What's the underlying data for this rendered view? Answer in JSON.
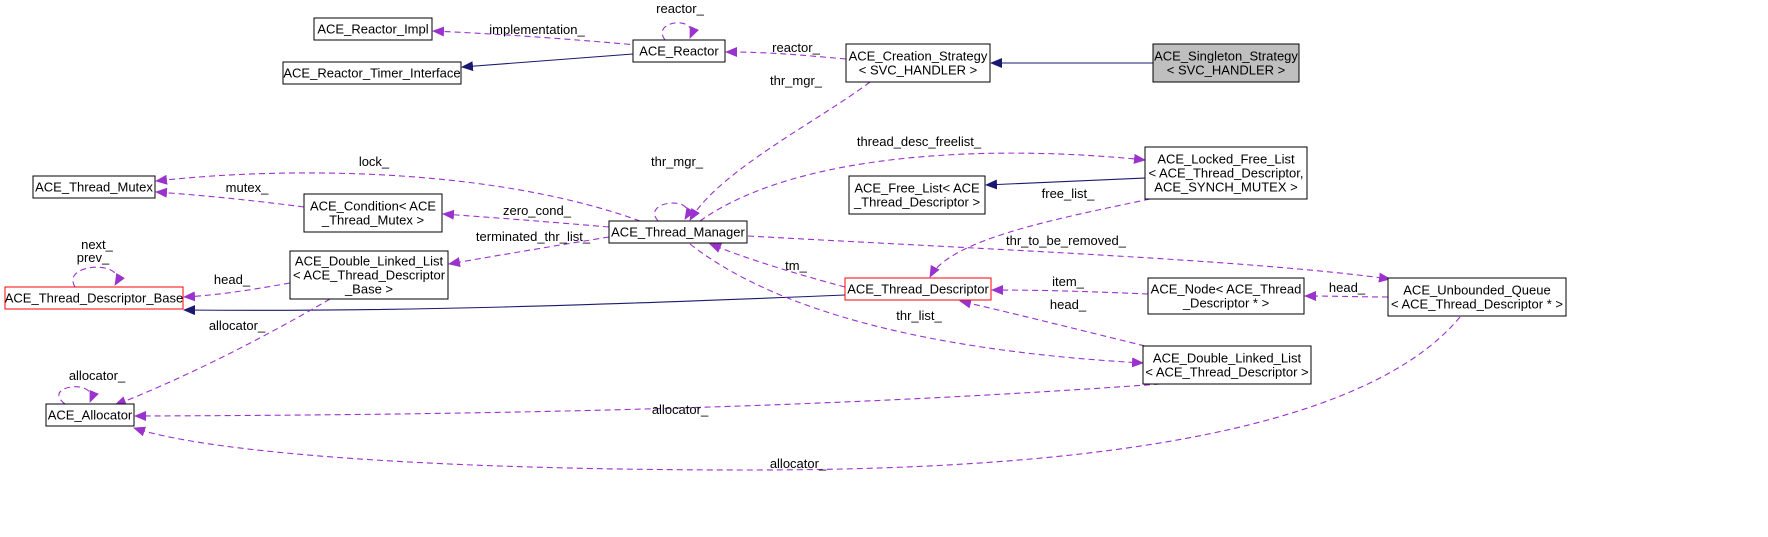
{
  "colors": {
    "inherit_edge": "#191970",
    "usage_edge": "#9a32cd",
    "node_border": "#000000",
    "highlight_border": "#ff0000",
    "focus_fill": "#bfbfbf",
    "node_fill": "#ffffff"
  },
  "nodes": {
    "reactor_impl": {
      "lines": [
        "ACE_Reactor_Impl"
      ]
    },
    "reactor": {
      "lines": [
        "ACE_Reactor"
      ]
    },
    "timer_interface": {
      "lines": [
        "ACE_Reactor_Timer_Interface"
      ]
    },
    "creation_strategy": {
      "lines": [
        "ACE_Creation_Strategy",
        "< SVC_HANDLER >"
      ]
    },
    "singleton_strategy": {
      "lines": [
        "ACE_Singleton_Strategy",
        "< SVC_HANDLER >"
      ]
    },
    "thread_mutex": {
      "lines": [
        "ACE_Thread_Mutex"
      ]
    },
    "condition": {
      "lines": [
        "ACE_Condition< ACE",
        "_Thread_Mutex >"
      ]
    },
    "thread_manager": {
      "lines": [
        "ACE_Thread_Manager"
      ]
    },
    "free_list": {
      "lines": [
        "ACE_Free_List< ACE",
        "_Thread_Descriptor >"
      ]
    },
    "locked_free_list": {
      "lines": [
        "ACE_Locked_Free_List",
        "< ACE_Thread_Descriptor,",
        "ACE_SYNCH_MUTEX >"
      ]
    },
    "td_base": {
      "lines": [
        "ACE_Thread_Descriptor_Base"
      ]
    },
    "dll_base": {
      "lines": [
        "ACE_Double_Linked_List",
        "< ACE_Thread_Descriptor",
        "_Base >"
      ]
    },
    "thread_descriptor": {
      "lines": [
        "ACE_Thread_Descriptor"
      ]
    },
    "node": {
      "lines": [
        "ACE_Node< ACE_Thread",
        "_Descriptor * >"
      ]
    },
    "unbounded_queue": {
      "lines": [
        "ACE_Unbounded_Queue",
        "< ACE_Thread_Descriptor * >"
      ]
    },
    "allocator": {
      "lines": [
        "ACE_Allocator"
      ]
    },
    "dll_td": {
      "lines": [
        "ACE_Double_Linked_List",
        "< ACE_Thread_Descriptor >"
      ]
    }
  },
  "edges": {
    "implementation": {
      "label": "implementation_"
    },
    "reactor_self": {
      "label": "reactor_"
    },
    "timer_inherit": {
      "label": ""
    },
    "reactor_use": {
      "label": "reactor_"
    },
    "singleton_inherit": {
      "label": ""
    },
    "thr_mgr_creation": {
      "label": "thr_mgr_"
    },
    "lock": {
      "label": "lock_"
    },
    "mutex": {
      "label": "mutex_"
    },
    "thr_mgr_self": {
      "label": "thr_mgr_"
    },
    "zero_cond": {
      "label": "zero_cond_"
    },
    "thread_desc_freelist": {
      "label": "thread_desc_freelist_"
    },
    "free_list_inherit": {
      "label": ""
    },
    "free_list_use": {
      "label": "free_list_"
    },
    "next_prev": {
      "label": "next_",
      "label2": "prev_"
    },
    "head_base": {
      "label": "head_"
    },
    "terminated_thr_list": {
      "label": "terminated_thr_list_"
    },
    "thr_to_be_removed": {
      "label": "thr_to_be_removed_"
    },
    "tm": {
      "label": "tm_"
    },
    "td_base_inherit": {
      "label": ""
    },
    "item": {
      "label": "item_"
    },
    "head_node": {
      "label": "head_"
    },
    "head_td": {
      "label": "head_"
    },
    "thr_list": {
      "label": "thr_list_"
    },
    "allocator_self": {
      "label": "allocator_"
    },
    "allocator_dll_base": {
      "label": "allocator_"
    },
    "allocator_dll_td": {
      "label": "allocator_"
    },
    "allocator_queue": {
      "label": "allocator_"
    }
  }
}
